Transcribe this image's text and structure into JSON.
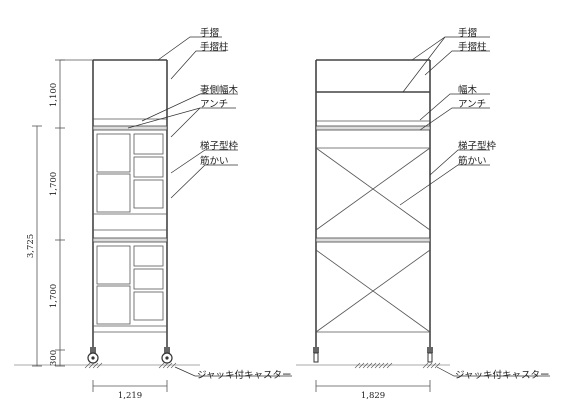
{
  "left_view": {
    "labels": {
      "handrail": "手摺",
      "handrail_post": "手摺柱",
      "end_toeboard": "妻側幅木",
      "platform": "アンチ",
      "ladder_frame": "梯子型枠",
      "brace": "筋かい",
      "caster": "ジャッキ付キャスター"
    },
    "dims": {
      "top": "1,100",
      "upper": "1,700",
      "lower": "1,700",
      "base": "300",
      "total": "3,725",
      "width": "1,219"
    }
  },
  "right_view": {
    "labels": {
      "handrail": "手摺",
      "handrail_post": "手摺柱",
      "toeboard": "幅木",
      "platform": "アンチ",
      "ladder_frame": "梯子型枠",
      "brace": "筋かい",
      "caster": "ジャッキ付キャスター"
    },
    "dims": {
      "width": "1,829"
    }
  }
}
